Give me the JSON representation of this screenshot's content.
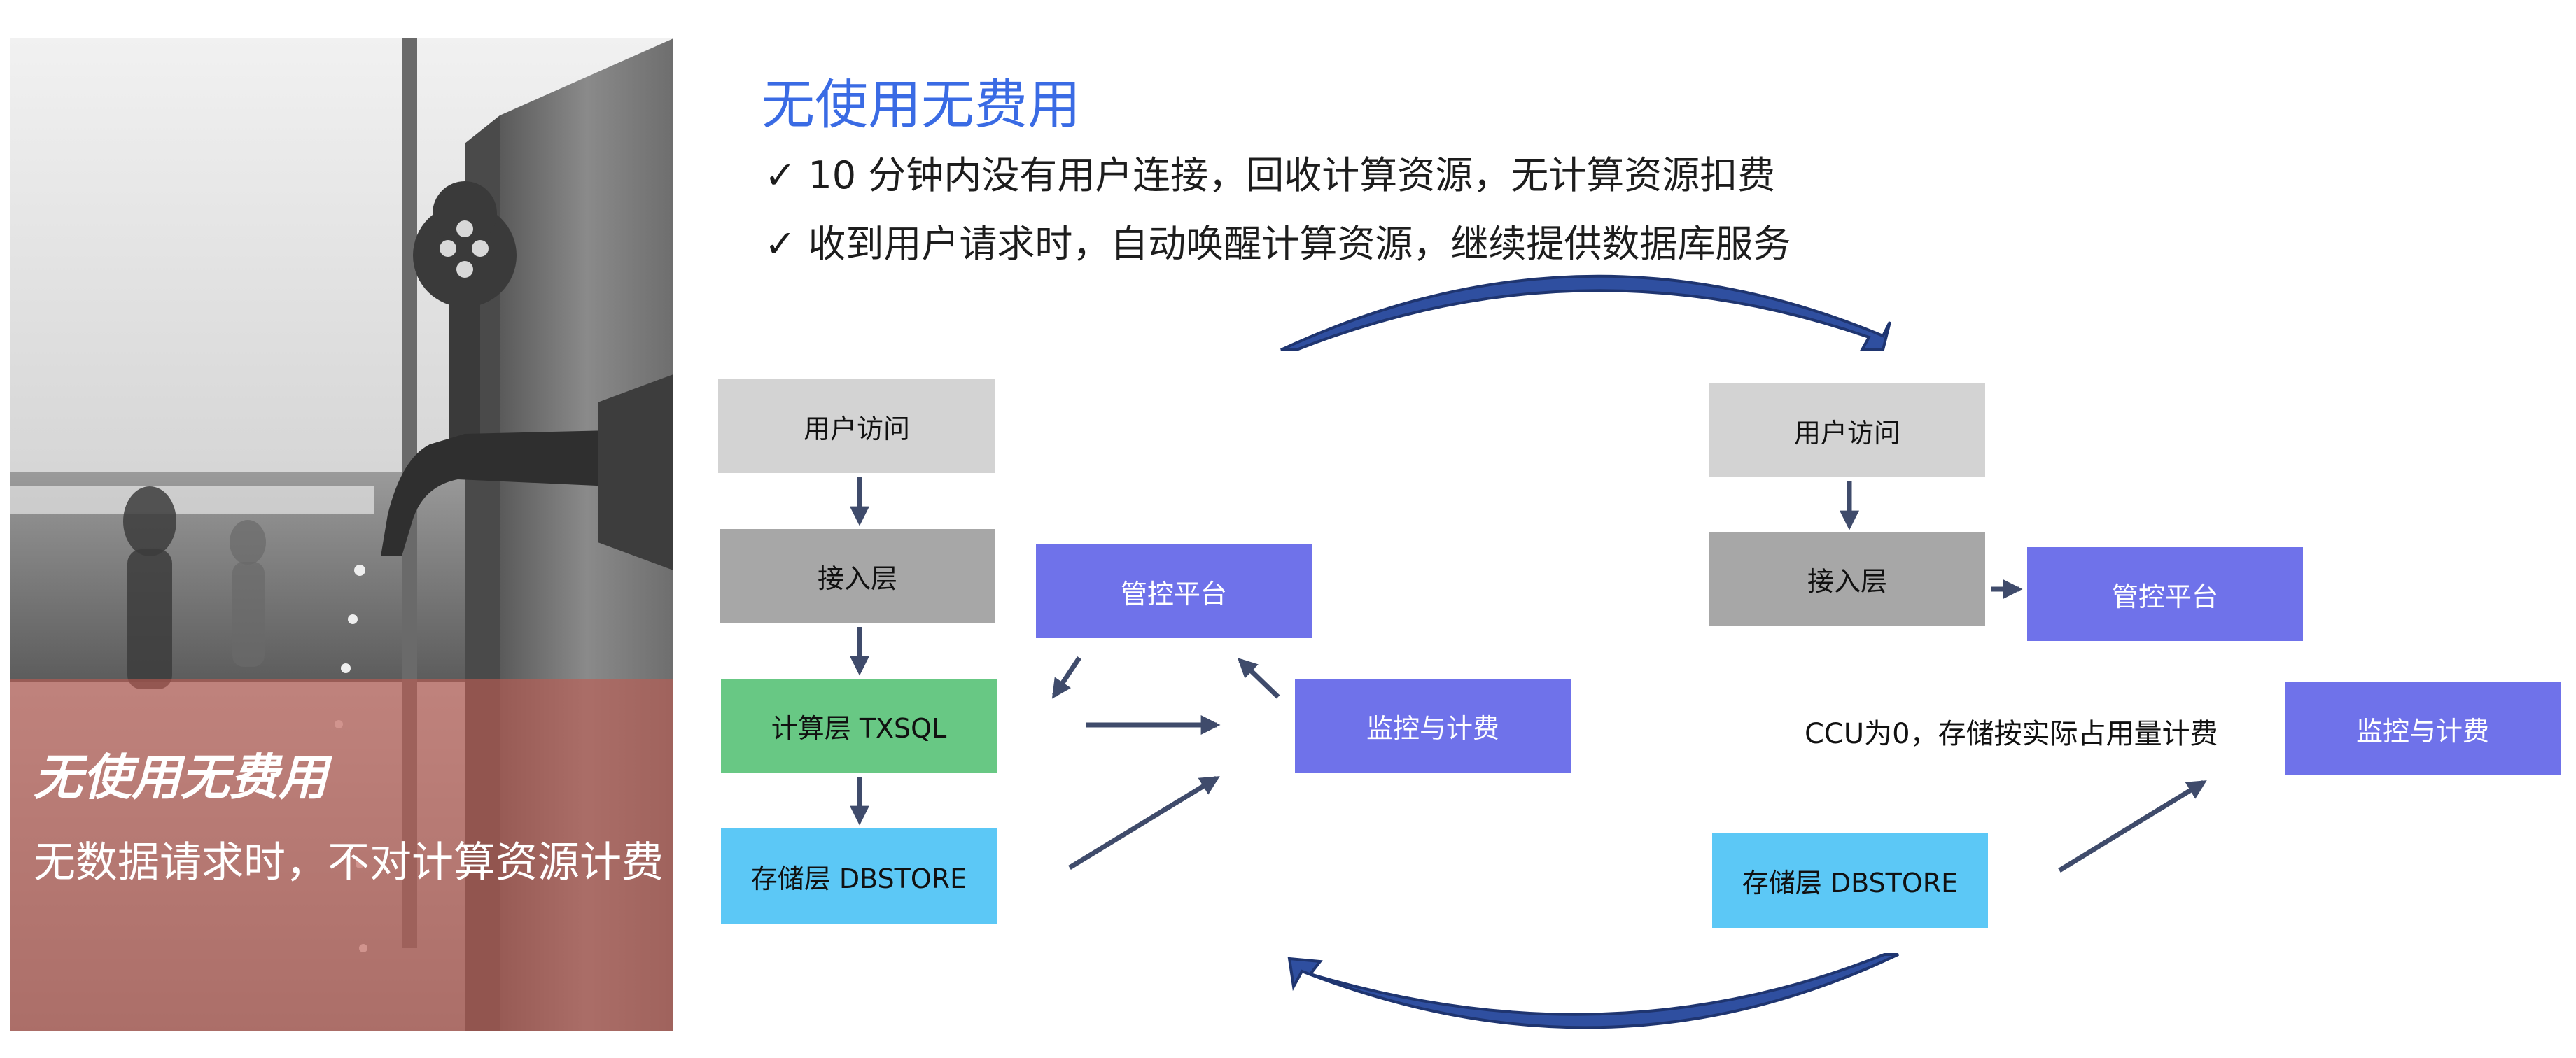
{
  "photo": {
    "caption_title": "无使用无费用",
    "caption_text": "无数据请求时，不对计算资源计费"
  },
  "header": {
    "title": "无使用无费用",
    "bullets": [
      "✓ 10 分钟内没有用户连接，回收计算资源，无计算资源扣费",
      "✓ 收到用户请求时，自动唤醒计算资源，继续提供数据库服务"
    ]
  },
  "left_flow": {
    "user_access": "用户访问",
    "access_layer": "接入层",
    "compute_layer": "计算层 TXSQL",
    "storage_layer": "存储层 DBSTORE",
    "control_platform": "管控平台",
    "monitor_billing": "监控与计费"
  },
  "right_flow": {
    "user_access": "用户访问",
    "access_layer": "接入层",
    "control_platform": "管控平台",
    "note": "CCU为0，存储按实际占用量计费",
    "monitor_billing": "监控与计费",
    "storage_layer": "存储层 DBSTORE"
  },
  "colors": {
    "title_blue": "#3a6be4",
    "box_light": "#d3d3d3",
    "box_gray": "#a7a7a7",
    "box_green": "#68c884",
    "box_cyan": "#5cc8f6",
    "box_purple": "#6f72ea",
    "arrow": "#3f4b6b",
    "curve_arrow": "#2f4fa0",
    "caption_overlay": "#be5c52"
  }
}
